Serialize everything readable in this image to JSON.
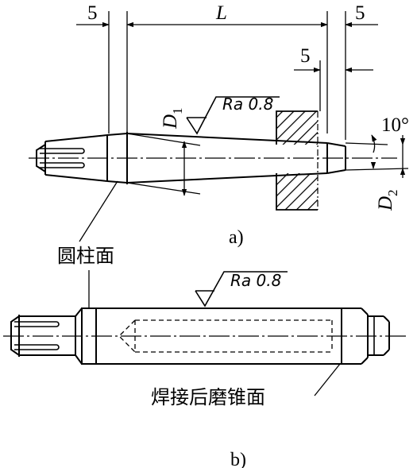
{
  "figure_a": {
    "caption": "a)",
    "dim_left": "5",
    "dim_length": "L",
    "dim_right": "5",
    "dim_step": "5",
    "d1_symbol": "D",
    "d1_subscript": "1",
    "d2_symbol": "D",
    "d2_subscript": "2",
    "angle": "10°",
    "roughness": "Ra 0.8",
    "cylinder_label": "圆柱面"
  },
  "figure_b": {
    "caption": "b)",
    "roughness": "Ra 0.8",
    "cone_label": "焊接后磨锥面"
  },
  "colors": {
    "line": "#000000",
    "background": "#ffffff"
  }
}
